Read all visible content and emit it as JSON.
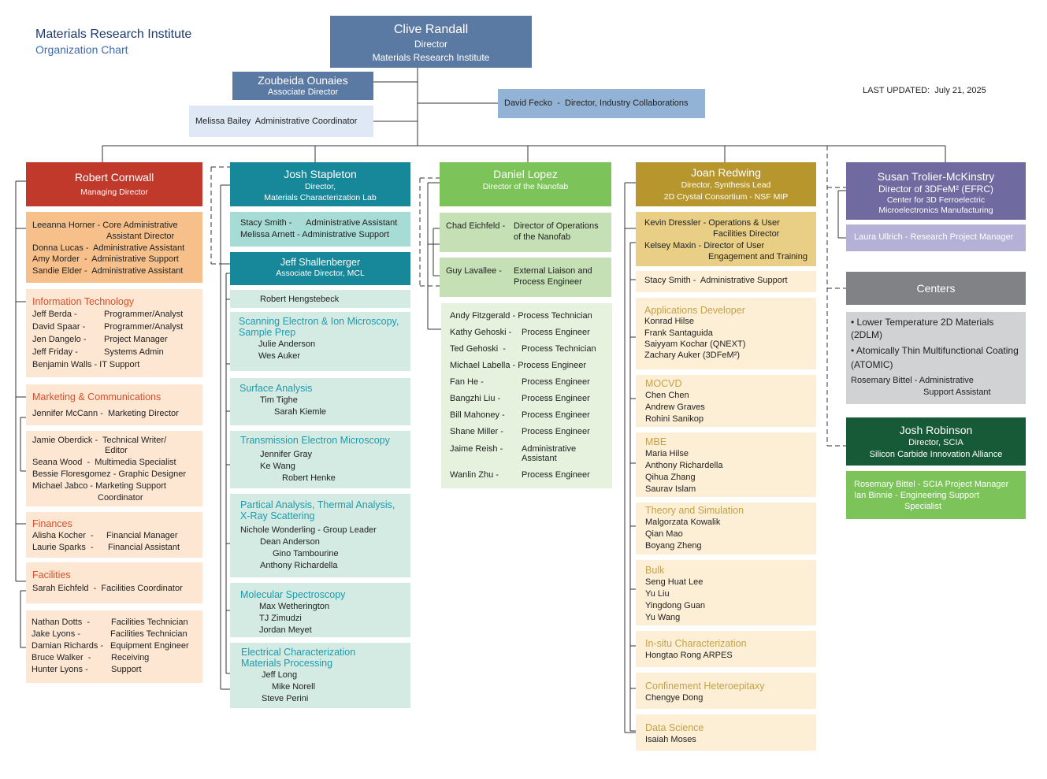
{
  "header": {
    "title": "Materials Research Institute",
    "subtitle": "Organization Chart",
    "last_updated": "LAST UPDATED:  July 21, 2025"
  },
  "director": {
    "name": "Clive Randall",
    "role": "Director",
    "org": "Materials Research Institute"
  },
  "associate": {
    "name": "Zoubeida Ounaies",
    "role": "Associate Director"
  },
  "admin": "Melissa Bailey  Administrative Coordinator",
  "fecko": "David Fecko  -  Director, Industry Collaborations",
  "cornwall": {
    "name": "Robert Cornwall",
    "role": "Managing Director",
    "staff": [
      "Leeanna Horner - Core Administrative",
      "Assistant Director",
      "Donna Lucas -  Administrative Assistant",
      "Amy Morder  -  Administrative Support",
      "Sandie Elder -  Administrative Assistant"
    ],
    "it_title": "Information Technology",
    "it": [
      [
        "Jeff Berda -",
        "Programmer/Analyst"
      ],
      [
        "David Spaar -",
        "Programmer/Analyst"
      ],
      [
        "Jen Dangelo -",
        "Project Manager"
      ],
      [
        "Jeff Friday -",
        "Systems Admin"
      ],
      [
        "Benjamin Walls - IT Support",
        ""
      ]
    ],
    "mc_title": "Marketing & Communications",
    "mc_head": "Jennifer McCann -  Marketing Director",
    "mc": [
      "Jamie Oberdick -  Technical Writer/",
      "Editor",
      "Seana Wood  -  Multimedia Specialist",
      "Bessie Floresgomez - Graphic Designer",
      "Michael Jabco - Marketing Support",
      "Coordinator"
    ],
    "fin_title": "Finances",
    "fin": [
      [
        "Alisha Kocher  -",
        "Financial Manager"
      ],
      [
        "Laurie Sparks  -",
        "Financial Assistant"
      ]
    ],
    "fac_title": "Facilities",
    "fac_head": "Sarah Eichfeld  -  Facilities Coordinator",
    "fac": [
      [
        "Nathan Dotts  -",
        "Facilities Technician"
      ],
      [
        "Jake Lyons -",
        "Facilities Technician"
      ],
      [
        "Damian Richards -",
        "Equipment Engineer"
      ],
      [
        "Bruce Walker  -",
        "Receiving"
      ],
      [
        "Hunter Lyons -",
        "Support"
      ]
    ]
  },
  "stapleton": {
    "name": "Josh Stapleton",
    "role": "Director,",
    "org": "Materials Characterization Lab",
    "staff": [
      "Stacy Smith -      Administrative Assistant",
      "Melissa Arnett - Administrative Support"
    ],
    "jeff": {
      "name": "Jeff Shallenberger",
      "role": "Associate Director, MCL"
    },
    "hengstebeck": "Robert Hengstebeck",
    "groups": [
      {
        "title": [
          "Scanning Electron & Ion Microscopy,",
          "Sample Prep"
        ],
        "people": [
          "Julie Anderson",
          "Wes Auker"
        ]
      },
      {
        "title": [
          "Surface Analysis"
        ],
        "people": [
          "Tim Tighe",
          "Sarah Kiemle"
        ]
      },
      {
        "title": [
          "Transmission Electron Microscopy"
        ],
        "people": [
          "Jennifer Gray",
          "Ke Wang",
          "Robert Henke"
        ]
      },
      {
        "title": [
          "Partical Analysis, Thermal Analysis,",
          "X-Ray Scattering"
        ],
        "people": [
          "Nichole Wonderling - Group Leader",
          "Dean Anderson",
          "Gino Tambourine",
          "Anthony Richardella"
        ]
      },
      {
        "title": [
          "Molecular Spectroscopy"
        ],
        "people": [
          "Max Wetherington",
          "TJ Zimudzi",
          "Jordan Meyet"
        ]
      },
      {
        "title": [
          "Electrical Characterization",
          "Materials Processing"
        ],
        "people": [
          "Jeff Long",
          "Mike Norell",
          "Steve Perini"
        ]
      }
    ]
  },
  "lopez": {
    "name": "Daniel Lopez",
    "role": "Director of the Nanofab",
    "chad": [
      "Chad Eichfeld -",
      "Director of Operations",
      "of the Nanofab"
    ],
    "guy": [
      "Guy Lavallee -",
      "External Liaison and",
      "Process Engineer"
    ],
    "staff": [
      [
        "Andy Fitzgerald - Process Technician",
        ""
      ],
      [
        "Kathy Gehoski -",
        "Process Engineer"
      ],
      [
        "Ted Gehoski  -",
        "Process Technician"
      ],
      [
        "Michael Labella - Process Engineer",
        ""
      ],
      [
        "Fan He -",
        "Process Engineer"
      ],
      [
        "Bangzhi Liu -",
        "Process Engineer"
      ],
      [
        "Bill Mahoney -",
        "Process Engineer"
      ],
      [
        "Shane Miller -",
        "Process Engineer"
      ],
      [
        "Jaime Reish -",
        "Administrative"
      ],
      [
        "",
        "Assistant"
      ],
      [
        "Wanlin Zhu -",
        "Process Engineer"
      ]
    ]
  },
  "redwing": {
    "name": "Joan Redwing",
    "role": "Director, Synthesis Lead",
    "org": "2D Crystal Consortium - NSF MIP",
    "staff": [
      "Kevin Dressler - Operations & User",
      "Facilities Director",
      "Kelsey Maxin - Director of User",
      "Engagement and Training"
    ],
    "stacy": "Stacy Smith -  Administrative Support",
    "groups": [
      {
        "title": "Applications Developer",
        "people": [
          "Konrad Hilse",
          "Frank Santaguida",
          "Saiyyam Kochar (QNEXT)",
          "Zachary Auker (3DFeM²)"
        ]
      },
      {
        "title": "MOCVD",
        "people": [
          "Chen Chen",
          "Andrew Graves",
          "Rohini Sanikop"
        ]
      },
      {
        "title": "MBE",
        "people": [
          "Maria Hilse",
          "Anthony Richardella",
          "Qihua Zhang",
          "Saurav Islam"
        ]
      },
      {
        "title": "Theory and Simulation",
        "people": [
          "Malgorzata Kowalik",
          "Qian Mao",
          "Boyang Zheng"
        ]
      },
      {
        "title": "Bulk",
        "people": [
          "Seng Huat Lee",
          "Yu Liu",
          "Yingdong Guan",
          "Yu Wang"
        ]
      },
      {
        "title": "In-situ Characterization",
        "people": [
          "Hongtao Rong ARPES"
        ]
      },
      {
        "title": "Confinement Heteroepitaxy",
        "people": [
          "Chengye Dong"
        ]
      },
      {
        "title": "Data Science",
        "people": [
          "Isaiah Moses"
        ]
      }
    ]
  },
  "susan": {
    "name": "Susan Trolier-McKinstry",
    "role": "Director of 3DFeM² (EFRC)",
    "org1": "Center for 3D Ferroelectric",
    "org2": "Microelectronics Manufacturing",
    "laura": "Laura Ullrich - Research Project Manager"
  },
  "centers": {
    "title": "Centers",
    "lines": [
      "• Lower Temperature 2D Materials",
      "(2DLM)",
      "• Atomically Thin Multifunctional Coating",
      "(ATOMIC)",
      "Rosemary Bittel - Administrative",
      "Support Assistant"
    ]
  },
  "robinson": {
    "name": "Josh Robinson",
    "role": "Director, SCIA",
    "org": "Silicon Carbide Innovation Alliance",
    "staff": [
      "Rosemary Bittel - SCIA Project Manager",
      "Ian Binnie - Engineering Support",
      "Specialist"
    ]
  },
  "colors": {
    "navy": "#5b7aa3",
    "red": "#c0392b",
    "teal": "#17879a",
    "green": "#7cc35a",
    "gold": "#b8962e",
    "purple": "#6f6aa0",
    "gray": "#808285",
    "darkgreen": "#165a37"
  }
}
